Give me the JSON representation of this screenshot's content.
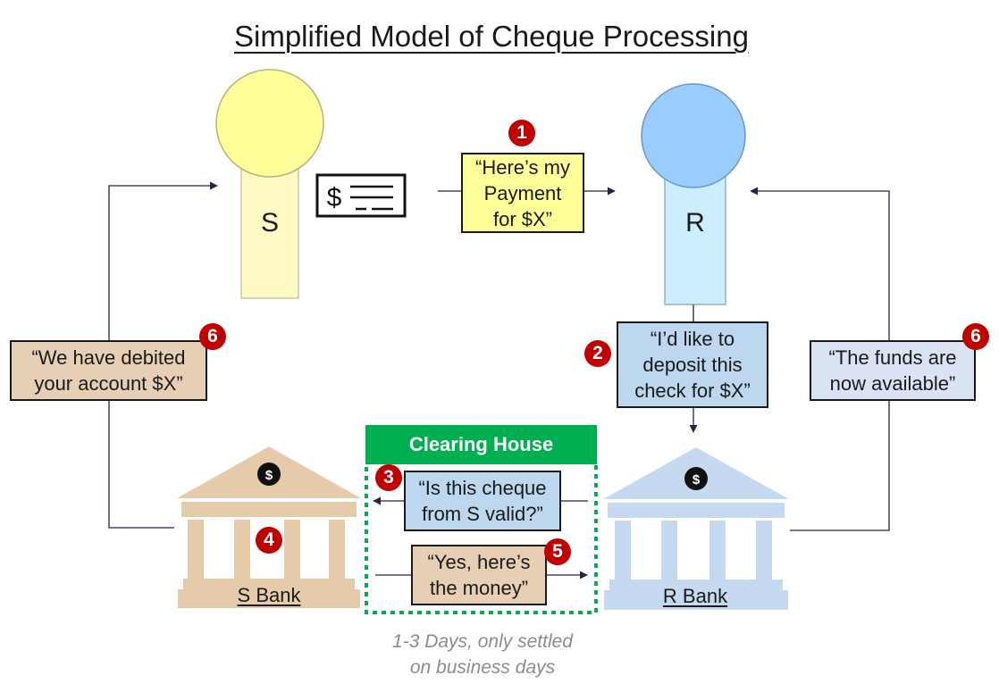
{
  "title": "Simplified Model of Cheque Processing",
  "people": {
    "sender": {
      "label": "S"
    },
    "receiver": {
      "label": "R"
    }
  },
  "cheque_icon": {
    "symbol": "$"
  },
  "bubbles": {
    "payment": "“Here’s my\nPayment\nfor $X”",
    "deposit": "“I’d like to\ndeposit this\ncheck for $X”",
    "debited": "“We have debited\nyour account $X”",
    "funds": "“The funds are\nnow available”",
    "valid_query": "“Is this cheque\nfrom S valid?”",
    "money_reply": "“Yes, here’s\nthe money”"
  },
  "badges": {
    "step1": "1",
    "step2": "2",
    "step3": "3",
    "step4": "4",
    "step5": "5",
    "step6_left": "6",
    "step6_right": "6"
  },
  "banks": {
    "s_bank": {
      "label": "S Bank",
      "icon_symbol": "$"
    },
    "r_bank": {
      "label": "R Bank",
      "icon_symbol": "$"
    }
  },
  "clearing_house": {
    "label": "Clearing House"
  },
  "caption": "1-3 Days, only settled\non business days",
  "colors": {
    "sender_fill": "#fff9c4",
    "sender_head": "#ffff99",
    "receiver_fill": "#cceeff",
    "receiver_head": "#99ccff",
    "bubble_yellow": "#ffff99",
    "bubble_blue": "#bdd7ee",
    "bubble_blue_light": "#dae3f3",
    "bubble_tan": "#e6cfb4",
    "s_bank": "#e6cbab",
    "r_bank": "#c5d9f1",
    "clearing_house": "#00b050",
    "badge": "#c00000",
    "arrow": "#2e1f4a"
  }
}
